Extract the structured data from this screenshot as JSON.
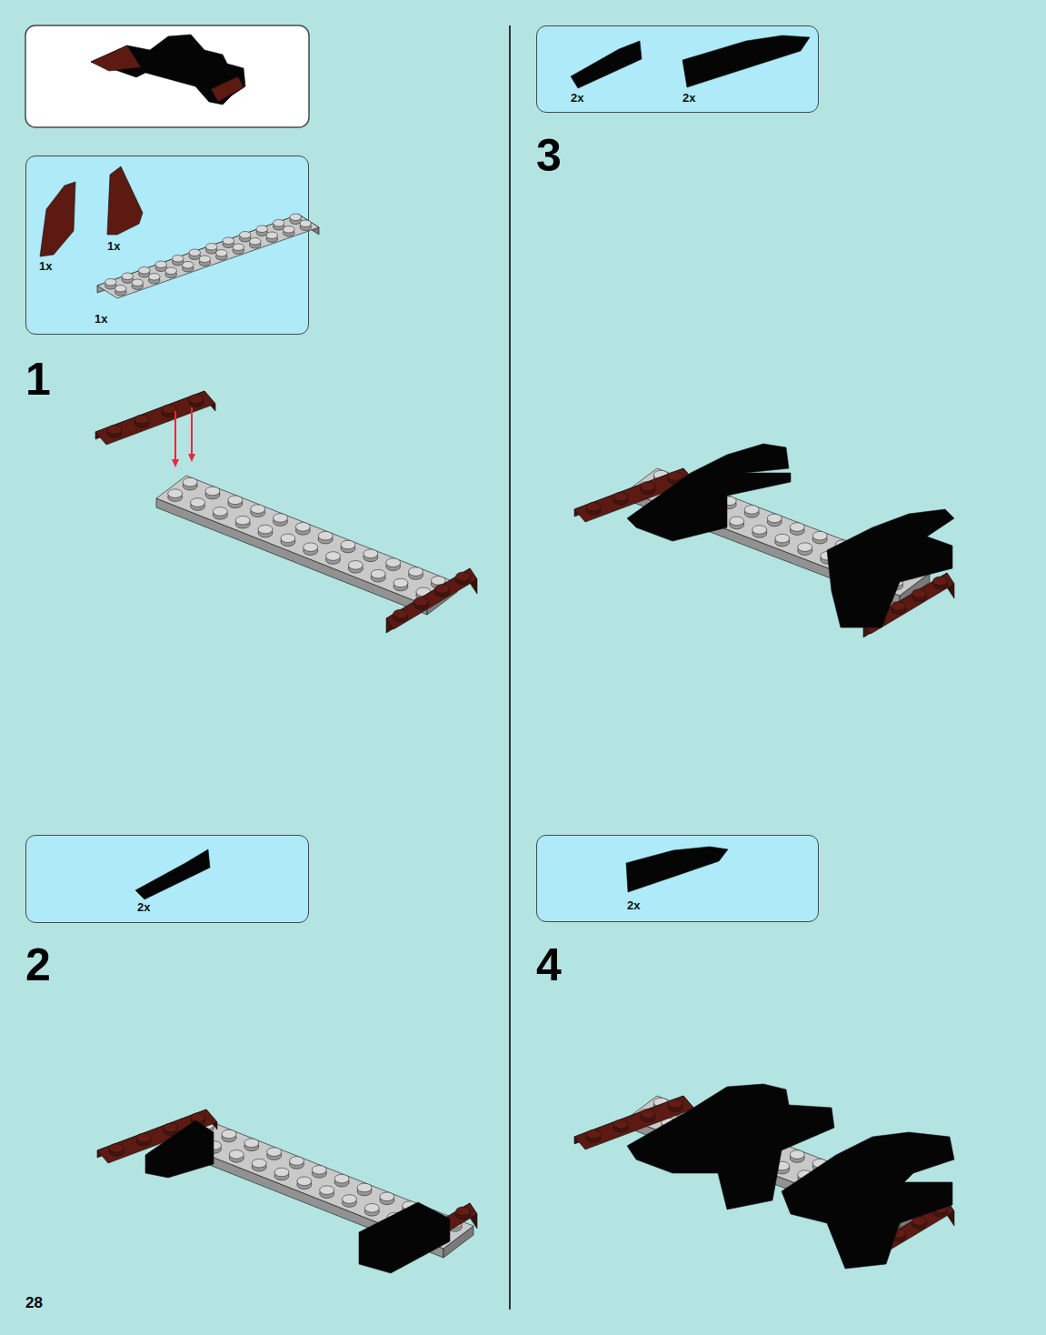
{
  "diagram": {
    "nodes": [
      {
        "text": [
          "1x",
          "1x",
          "1x"
        ]
      },
      {
        "text": [
          "2x"
        ]
      },
      {
        "text": [
          "2x",
          "2x"
        ]
      },
      {
        "text": [
          "2x"
        ]
      }
    ],
    "labels": [
      "1",
      "2",
      "3",
      "4",
      "28"
    ]
  }
}
